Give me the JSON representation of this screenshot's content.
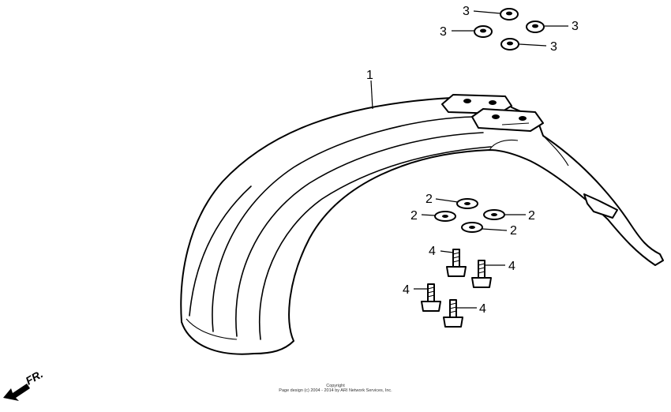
{
  "callouts": {
    "fender": "1",
    "washer": "2",
    "grommet": "3",
    "bolt": "4"
  },
  "direction_label": "FR.",
  "copyright": {
    "line1": "Copyright",
    "line2": "Page design (c) 2004 - 2014 by ARI Network Services, Inc."
  }
}
